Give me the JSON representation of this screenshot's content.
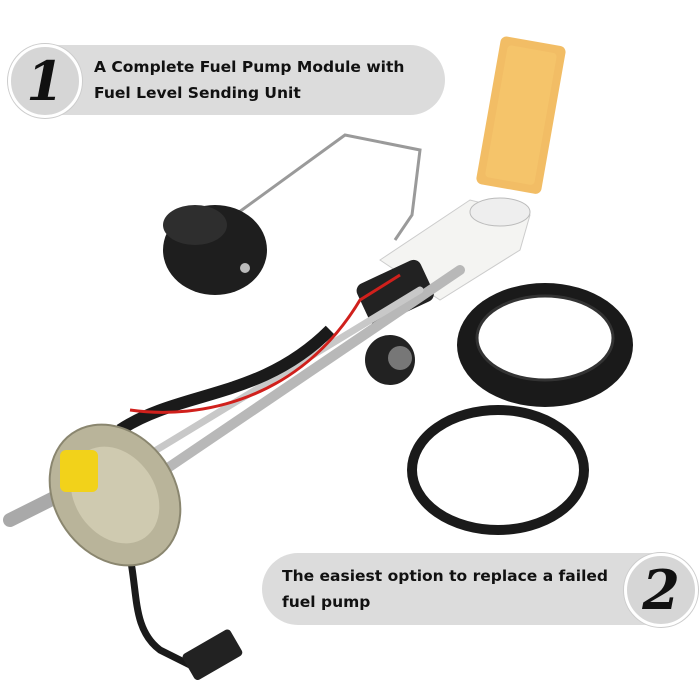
{
  "callouts": [
    {
      "number": "1",
      "text_line1": "A Complete Fuel Pump Module with",
      "text_line2": "Fuel Level Sending Unit"
    },
    {
      "number": "2",
      "text_line1": "The easiest option to replace a failed",
      "text_line2": "fuel pump"
    }
  ],
  "colors": {
    "callout_background": "#dcdcdc",
    "filter_sock": "#f0b24a",
    "rubber_parts": "#1c1c1c",
    "flange_metal": "#b9b49a",
    "connector_yellow": "#f2d21a"
  }
}
